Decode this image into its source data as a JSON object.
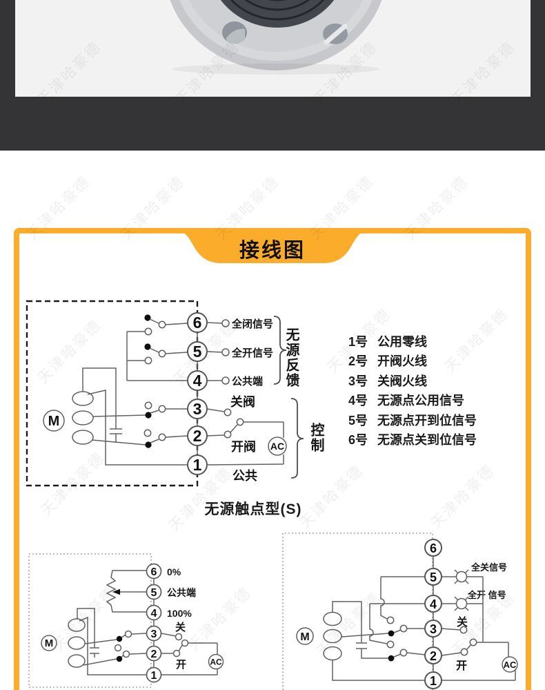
{
  "watermark": {
    "text": "天津哈豪德"
  },
  "colors": {
    "accent": "#FBAC2B",
    "dark_band": "#343437",
    "photo_bg": "#F2F2F2"
  },
  "card": {
    "title": "接线图",
    "caption": "无源触点型(S)",
    "diagram_passive": {
      "terminals": [
        "6",
        "5",
        "4",
        "3",
        "2",
        "1"
      ],
      "motor_label": "M",
      "ac_label": "AC",
      "line_labels": {
        "t6": "全闭信号",
        "t5": "全开信号",
        "t4": "公共端",
        "t3": "关阀",
        "t2": "开阀",
        "t1": "公共"
      },
      "brace_feedback": "无源反馈",
      "brace_control": "控制"
    },
    "terminal_list": {
      "items": [
        {
          "num": "1号",
          "desc": "公用零线"
        },
        {
          "num": "2号",
          "desc": "开阀火线"
        },
        {
          "num": "3号",
          "desc": "关阀火线"
        },
        {
          "num": "4号",
          "desc": "无源点公用信号"
        },
        {
          "num": "5号",
          "desc": "无源点开到位信号"
        },
        {
          "num": "6号",
          "desc": "无源点关到位信号"
        }
      ]
    },
    "diagram_pot": {
      "terminals": [
        "6",
        "5",
        "4",
        "3",
        "2",
        "1"
      ],
      "motor_label": "M",
      "ac_label": "AC",
      "line_labels": {
        "t6": "0%",
        "t5": "公共端",
        "t4": "100%",
        "t3": "关",
        "t2": "开"
      }
    },
    "diagram_lamp": {
      "terminals": [
        "6",
        "5",
        "4",
        "3",
        "2",
        "1"
      ],
      "motor_label": "M",
      "ac_label": "AC",
      "line_labels": {
        "t5": "全关信号",
        "t4": "全开 信号",
        "t3": "关",
        "t2": "开"
      }
    }
  }
}
